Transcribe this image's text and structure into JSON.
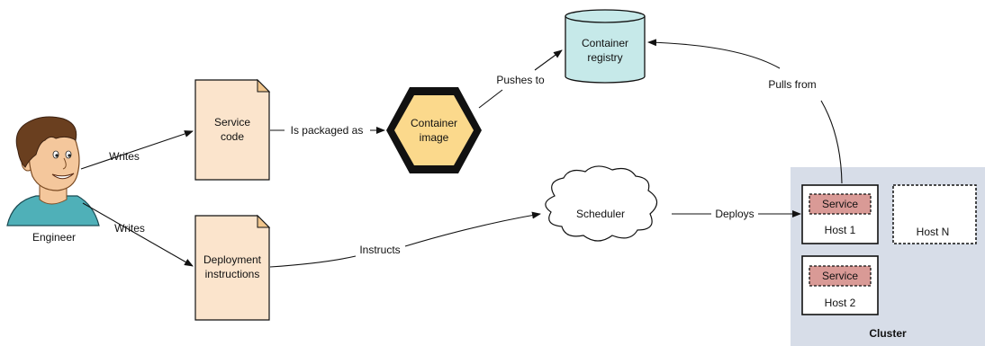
{
  "colors": {
    "doc_fill": "#fbe4cc",
    "doc_fold": "#f0c58c",
    "image_fill": "#fbd98c",
    "registry_fill": "#c6e9e9",
    "cluster_fill": "#d7dde8",
    "service_fill": "#d99a96",
    "skin": "#f4c79c",
    "hair": "#6a3f1f",
    "shirt": "#4fb0b8"
  },
  "engineer": {
    "label": "Engineer",
    "icon": "engineer-avatar-icon"
  },
  "nodes": {
    "service_code": [
      "Service",
      "code"
    ],
    "deployment_instructions": [
      "Deployment",
      "instructions"
    ],
    "container_image": [
      "Container",
      "image"
    ],
    "container_registry": [
      "Container",
      "registry"
    ],
    "scheduler": "Scheduler"
  },
  "cluster": {
    "label": "Cluster",
    "hosts": [
      {
        "name": "Host 1",
        "service": "Service"
      },
      {
        "name": "Host N"
      },
      {
        "name": "Host 2",
        "service": "Service"
      }
    ]
  },
  "edges": {
    "writes_code": "Writes",
    "writes_instructions": "Writes",
    "is_packaged_as": "Is packaged as",
    "pushes_to": "Pushes to",
    "pulls_from": "Pulls from",
    "instructs": "Instructs",
    "deploys": "Deploys"
  }
}
